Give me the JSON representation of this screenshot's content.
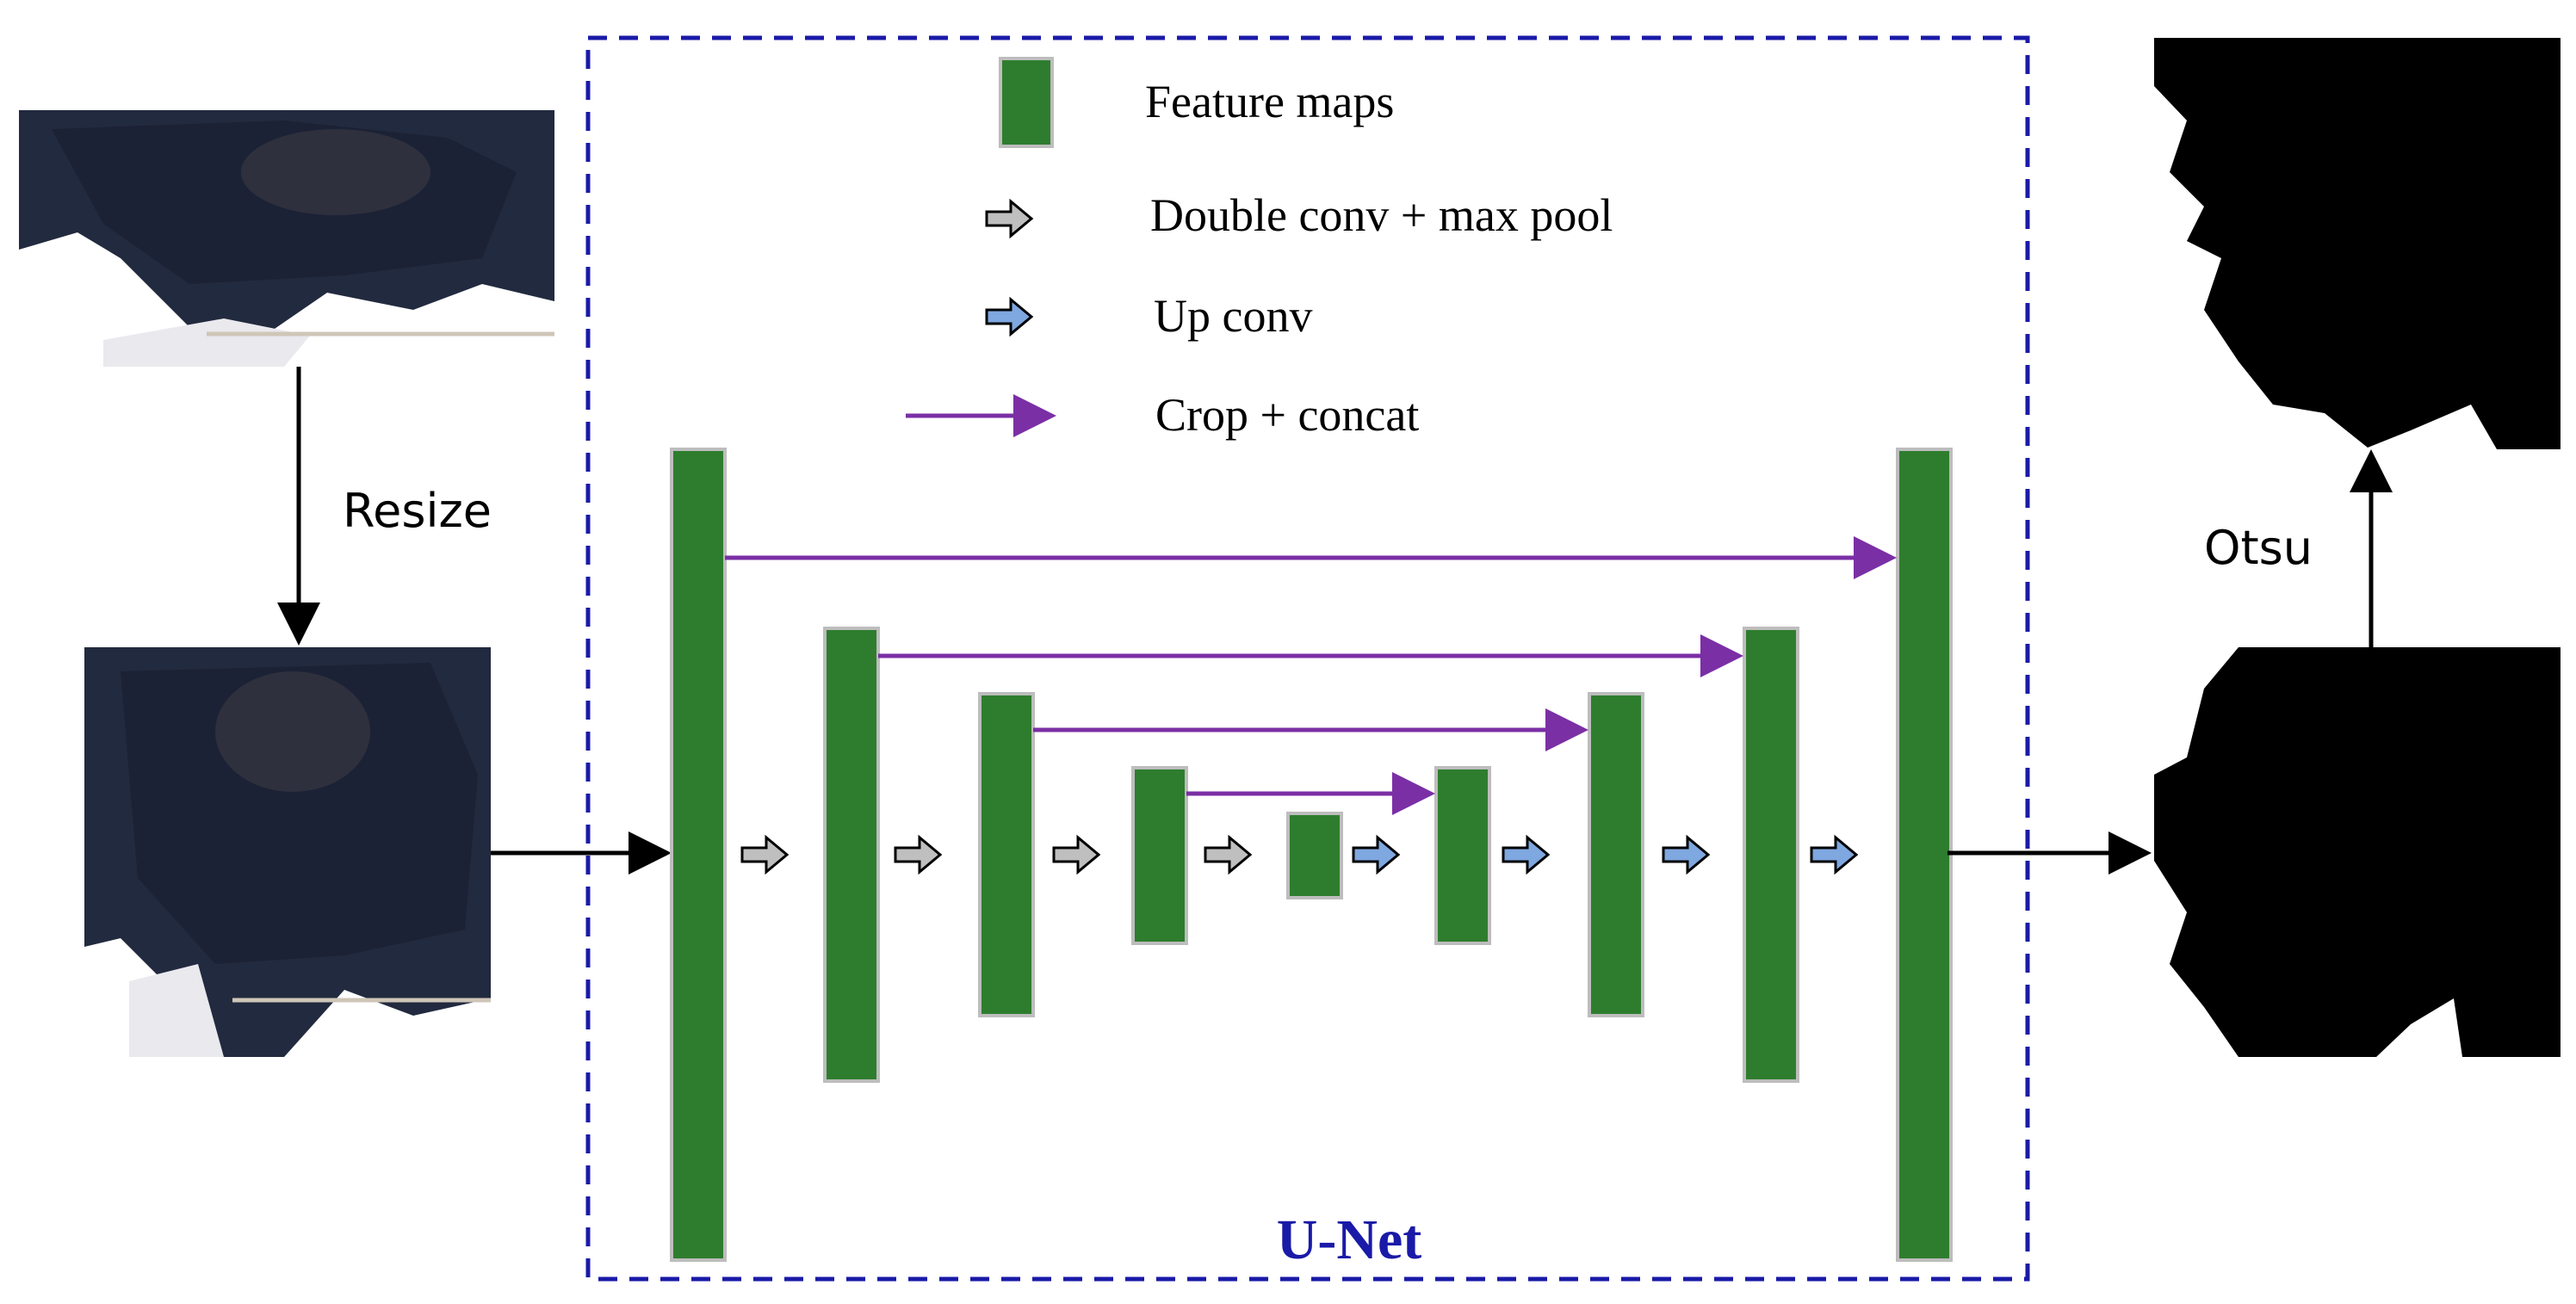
{
  "legend": {
    "feature_maps": "Feature maps",
    "double_conv": "Double conv + max pool",
    "up_conv": "Up conv",
    "crop_concat": "Crop + concat"
  },
  "labels": {
    "resize": "Resize",
    "otsu": "Otsu",
    "unet": "U-Net"
  },
  "icons": {
    "input_image": "cow-image-icon",
    "resized_image": "cow-image-icon",
    "unet_output": "segmentation-mask-icon",
    "final_mask": "binary-mask-icon"
  },
  "colors": {
    "feature_map": "#2e7d2e",
    "feature_map_border": "#bdbdbd",
    "pool_arrow": "#bfbfbf",
    "upconv_arrow": "#7fa7e0",
    "concat_arrow": "#7b2fa5",
    "unet_box": "#1a1aa8",
    "unet_label": "#1a1aa8"
  }
}
